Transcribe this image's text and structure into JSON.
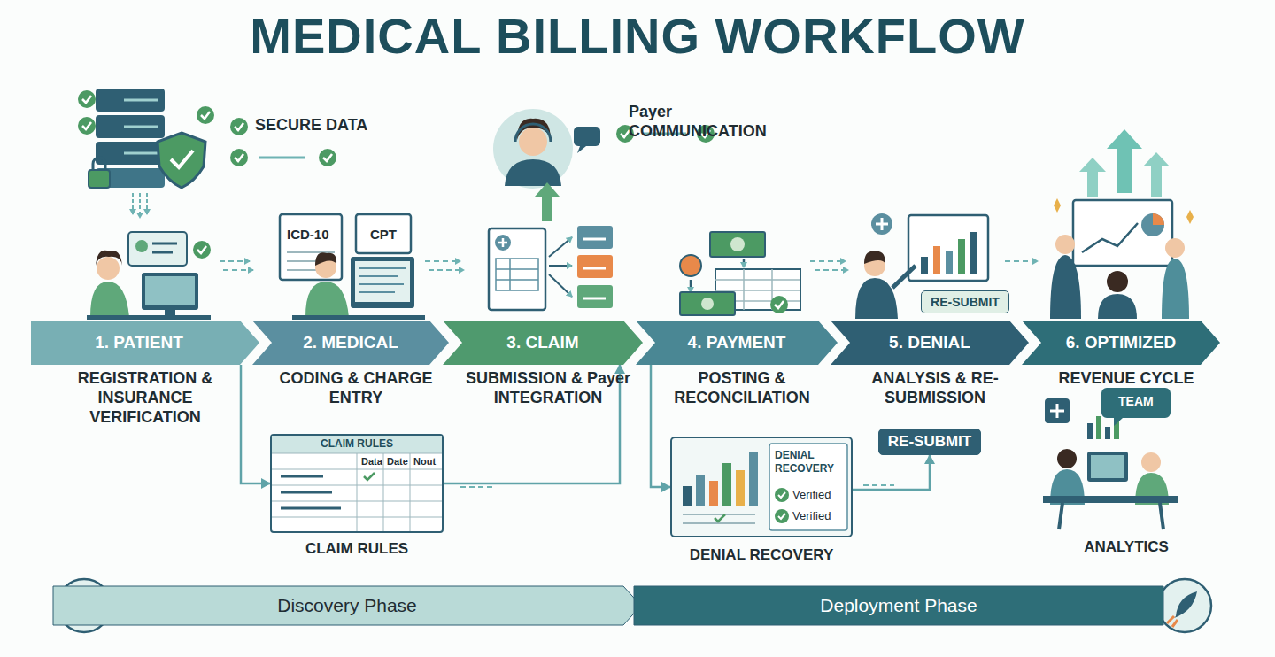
{
  "diagram": {
    "title": "MEDICAL BILLING WORKFLOW",
    "nodes": [
      {
        "text": [
          "1. PATIENT",
          "REGISTRATION & INSURANCE VERIFICATION"
        ]
      },
      {
        "text": [
          "2. MEDICAL",
          "CODING & CHARGE ENTRY"
        ]
      },
      {
        "text": [
          "3. CLAIM",
          "SUBMISSION & Payer INTEGRATION"
        ]
      },
      {
        "text": [
          "4. PAYMENT",
          "POSTING & RECONCILIATION"
        ]
      },
      {
        "text": [
          "5. DENIAL",
          "ANALYSIS & RE-SUBMISSION"
        ]
      },
      {
        "text": [
          "6. OPTIMIZED",
          "REVENUE CYCLE"
        ]
      },
      {
        "text": [
          "CLAIM RULES",
          "CLAIM RULES"
        ]
      },
      {
        "text": [
          "DENIAL RECOVERY",
          "Verified",
          "Verified",
          "DENIAL RECOVERY"
        ]
      },
      {
        "text": [
          "RE-SUBMIT"
        ]
      },
      {
        "text": [
          "RE-SUBMIT"
        ]
      },
      {
        "text": [
          "Discovery Phase"
        ]
      },
      {
        "text": [
          "Deployment Phase"
        ]
      }
    ],
    "edges": [
      {
        "from": 0,
        "to": 6,
        "arrow": "to"
      },
      {
        "from": 6,
        "to": 2,
        "arrow": "to"
      },
      {
        "from": 3,
        "to": 7,
        "arrow": "to"
      },
      {
        "from": 7,
        "to": 8,
        "arrow": "to"
      }
    ],
    "labels": [
      "SECURE DATA",
      "Payer COMMUNICATION",
      "ICD-10",
      "CPT",
      "Data",
      "Date",
      "Nout",
      "TEAM",
      "ANALYTICS"
    ]
  }
}
